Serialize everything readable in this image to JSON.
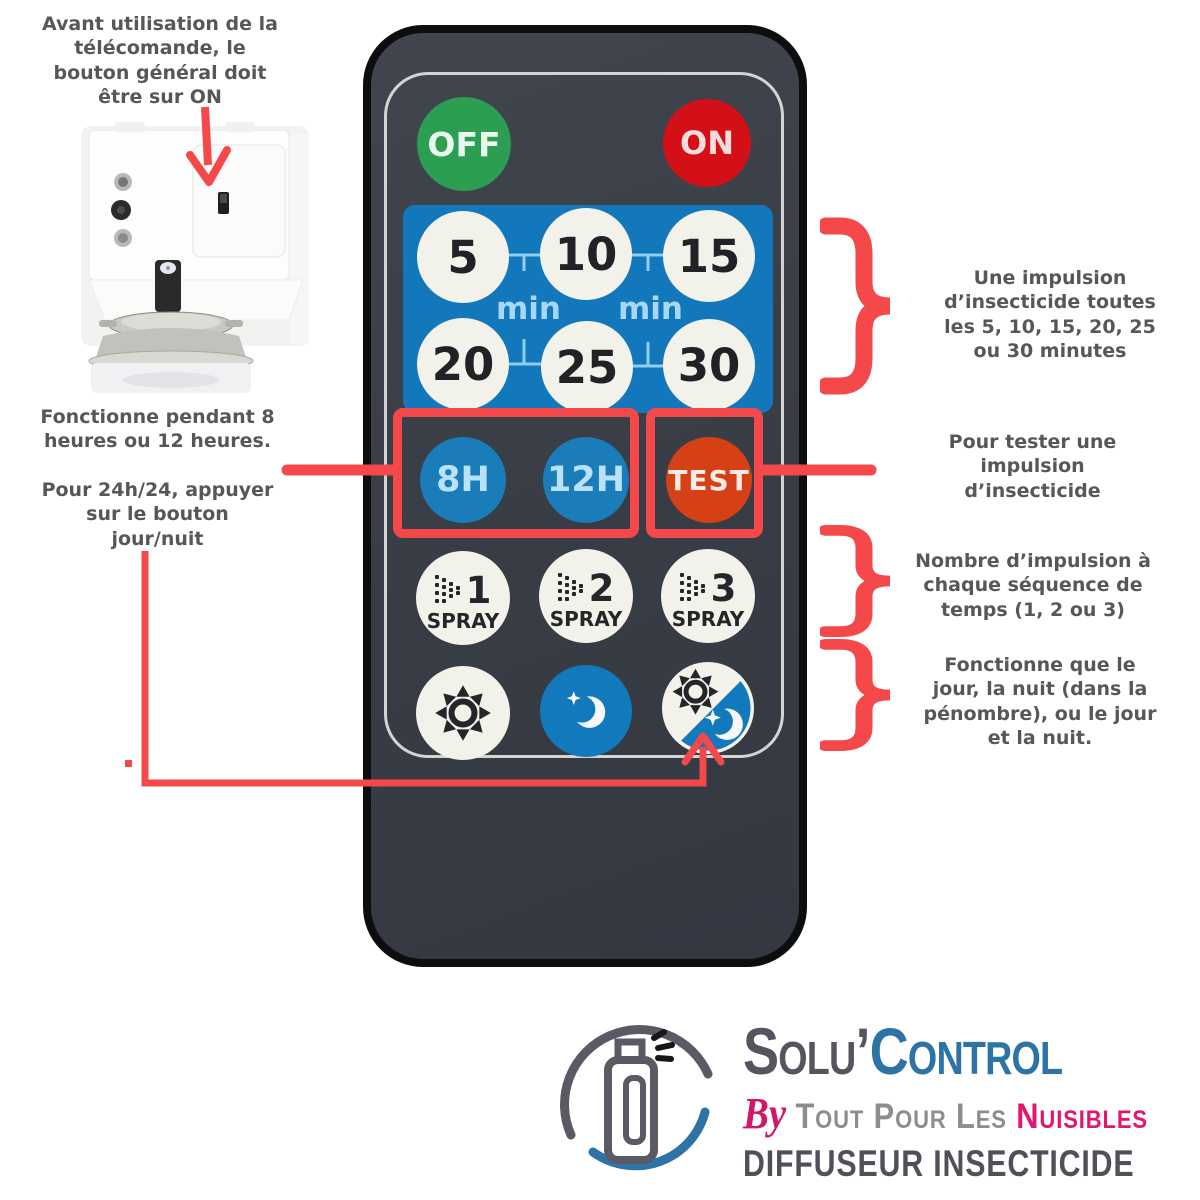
{
  "annotations": {
    "top_left": "Avant utilisation de la\ntélécomande, le\nbouton général doit\nêtre sur ON",
    "left_1": "Fonctionne pendant 8\nheures ou 12 heures.",
    "left_2": "Pour 24h/24, appuyer\nsur le bouton\njour/nuit",
    "right_1": "Une impulsion\nd’insecticide toutes\nles 5, 10, 15, 20, 25\nou 30 minutes",
    "right_2": "Pour tester une\nimpulsion\nd’insecticide",
    "right_3": "Nombre d’impulsion à\nchaque séquence de\ntemps (1, 2 ou 3)",
    "right_4": "Fonctionne que le\njour, la nuit (dans la\npénombre), ou le jour\net la nuit."
  },
  "remote": {
    "off": "OFF",
    "on": "ON",
    "minutes": [
      "5",
      "10",
      "15",
      "20",
      "25",
      "30"
    ],
    "min_left": "min",
    "min_right": "min",
    "h8": "8H",
    "h12": "12H",
    "test": "TEST",
    "sprays": [
      {
        "n": "1",
        "label": "SPRAY"
      },
      {
        "n": "2",
        "label": "SPRAY"
      },
      {
        "n": "3",
        "label": "SPRAY"
      }
    ]
  },
  "logo": {
    "brand_1": "Solu’",
    "brand_2": "Control",
    "by": "By",
    "by_rest": " Tout Pour Les ",
    "by_highlight": "Nuisibles",
    "tagline": "DIFFUSEUR INSECTICIDE"
  },
  "colors": {
    "annotation_red": "#f4484b",
    "remote_body": "#3a3e46",
    "panel_blue": "#1377bb",
    "button_green": "#2b9e52",
    "button_red": "#d31018",
    "button_blue": "#1a7cb8",
    "button_orange": "#d64016",
    "logo_blue": "#2d73a6",
    "logo_pink": "#e3156f",
    "logo_gray": "#8f8c90",
    "text_gray": "#57575a"
  },
  "icons": {
    "device": "diffuser-photo",
    "sun": "sun-icon",
    "moon": "moon-icon",
    "day_night": "day-night-icon",
    "spray": "spray-mist-icon",
    "logo": "spray-can-circle-icon"
  }
}
